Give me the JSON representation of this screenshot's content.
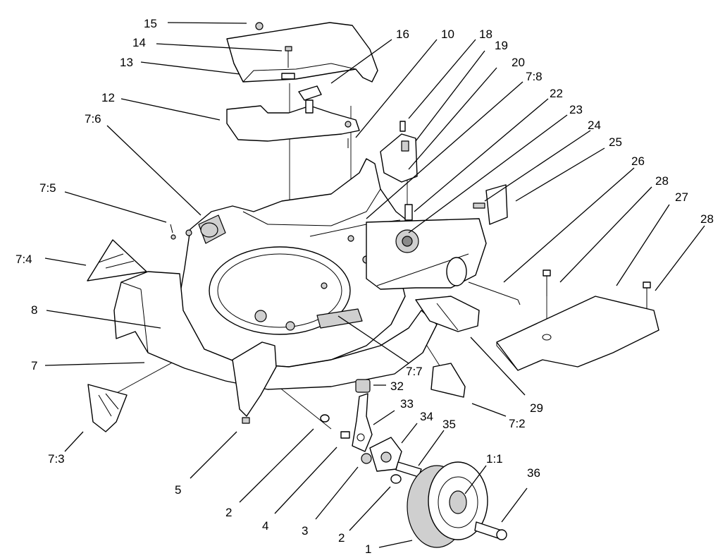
{
  "callouts": [
    {
      "id": "15",
      "label": "15"
    },
    {
      "id": "14",
      "label": "14"
    },
    {
      "id": "13",
      "label": "13"
    },
    {
      "id": "16",
      "label": "16"
    },
    {
      "id": "10",
      "label": "10"
    },
    {
      "id": "18",
      "label": "18"
    },
    {
      "id": "19",
      "label": "19"
    },
    {
      "id": "20",
      "label": "20"
    },
    {
      "id": "7-8",
      "label": "7:8"
    },
    {
      "id": "22",
      "label": "22"
    },
    {
      "id": "23",
      "label": "23"
    },
    {
      "id": "24",
      "label": "24"
    },
    {
      "id": "25",
      "label": "25"
    },
    {
      "id": "26",
      "label": "26"
    },
    {
      "id": "28a",
      "label": "28"
    },
    {
      "id": "27",
      "label": "27"
    },
    {
      "id": "28b",
      "label": "28"
    },
    {
      "id": "12",
      "label": "12"
    },
    {
      "id": "7-6",
      "label": "7:6"
    },
    {
      "id": "7-5",
      "label": "7:5"
    },
    {
      "id": "7-4",
      "label": "7:4"
    },
    {
      "id": "8",
      "label": "8"
    },
    {
      "id": "7",
      "label": "7"
    },
    {
      "id": "7-3",
      "label": "7:3"
    },
    {
      "id": "5",
      "label": "5"
    },
    {
      "id": "2a",
      "label": "2"
    },
    {
      "id": "4",
      "label": "4"
    },
    {
      "id": "3",
      "label": "3"
    },
    {
      "id": "2b",
      "label": "2"
    },
    {
      "id": "1",
      "label": "1"
    },
    {
      "id": "32",
      "label": "32"
    },
    {
      "id": "33",
      "label": "33"
    },
    {
      "id": "34",
      "label": "34"
    },
    {
      "id": "35",
      "label": "35"
    },
    {
      "id": "1-1",
      "label": "1:1"
    },
    {
      "id": "36",
      "label": "36"
    },
    {
      "id": "7-7",
      "label": "7:7"
    },
    {
      "id": "29",
      "label": "29"
    },
    {
      "id": "7-2",
      "label": "7:2"
    }
  ]
}
